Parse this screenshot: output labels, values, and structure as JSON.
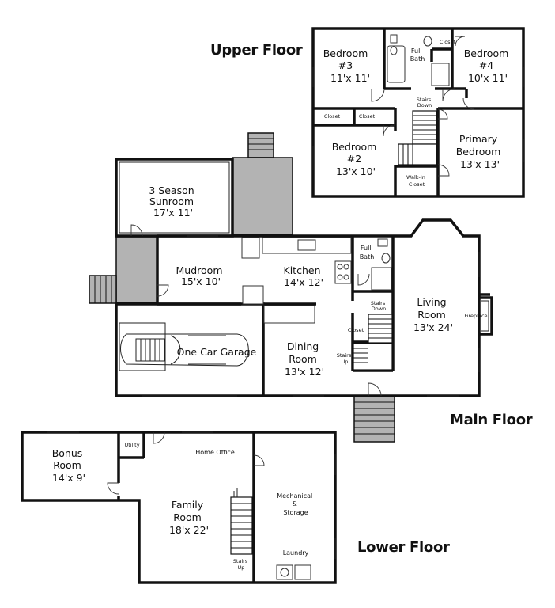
{
  "floors": {
    "upper": "Upper Floor",
    "main": "Main Floor",
    "lower": "Lower Floor"
  },
  "upper": {
    "bedroom3": [
      "Bedroom",
      "#3",
      "11'x 11'"
    ],
    "full_bath": [
      "Full",
      "Bath"
    ],
    "closet_top": "Closet",
    "bedroom4": [
      "Bedroom",
      "#4",
      "10'x 11'"
    ],
    "stairs_down": [
      "Stairs",
      "Down"
    ],
    "closet_left": "Closet",
    "closet_mid": "Closet",
    "bedroom2": [
      "Bedroom",
      "#2",
      "13'x 10'"
    ],
    "walkin": [
      "Walk-In",
      "Closet"
    ],
    "primary": [
      "Primary",
      "Bedroom",
      "13'x 13'"
    ]
  },
  "main": {
    "sunroom": [
      "3 Season",
      "Sunroom",
      "17'x 11'"
    ],
    "mudroom": [
      "Mudroom",
      "15'x 10'"
    ],
    "kitchen": [
      "Kitchen",
      "14'x 12'"
    ],
    "full_bath": [
      "Full",
      "Bath"
    ],
    "living": [
      "Living",
      "Room",
      "13'x 24'"
    ],
    "stairs_down": [
      "Stairs",
      "Down"
    ],
    "fireplace": "Fireplace",
    "closet": "Closet",
    "garage": "One Car Garage",
    "dining": [
      "Dining",
      "Room",
      "13'x 12'"
    ],
    "stairs_up": [
      "Stairs",
      "Up"
    ]
  },
  "lower": {
    "bonus": [
      "Bonus",
      "Room",
      "14'x 9'"
    ],
    "utility": "Utility",
    "office": "Home Office",
    "family": [
      "Family",
      "Room",
      "18'x 22'"
    ],
    "mechanical": [
      "Mechanical",
      "&",
      "Storage"
    ],
    "laundry": "Laundry",
    "stairs_up": [
      "Stairs",
      "Up"
    ]
  }
}
